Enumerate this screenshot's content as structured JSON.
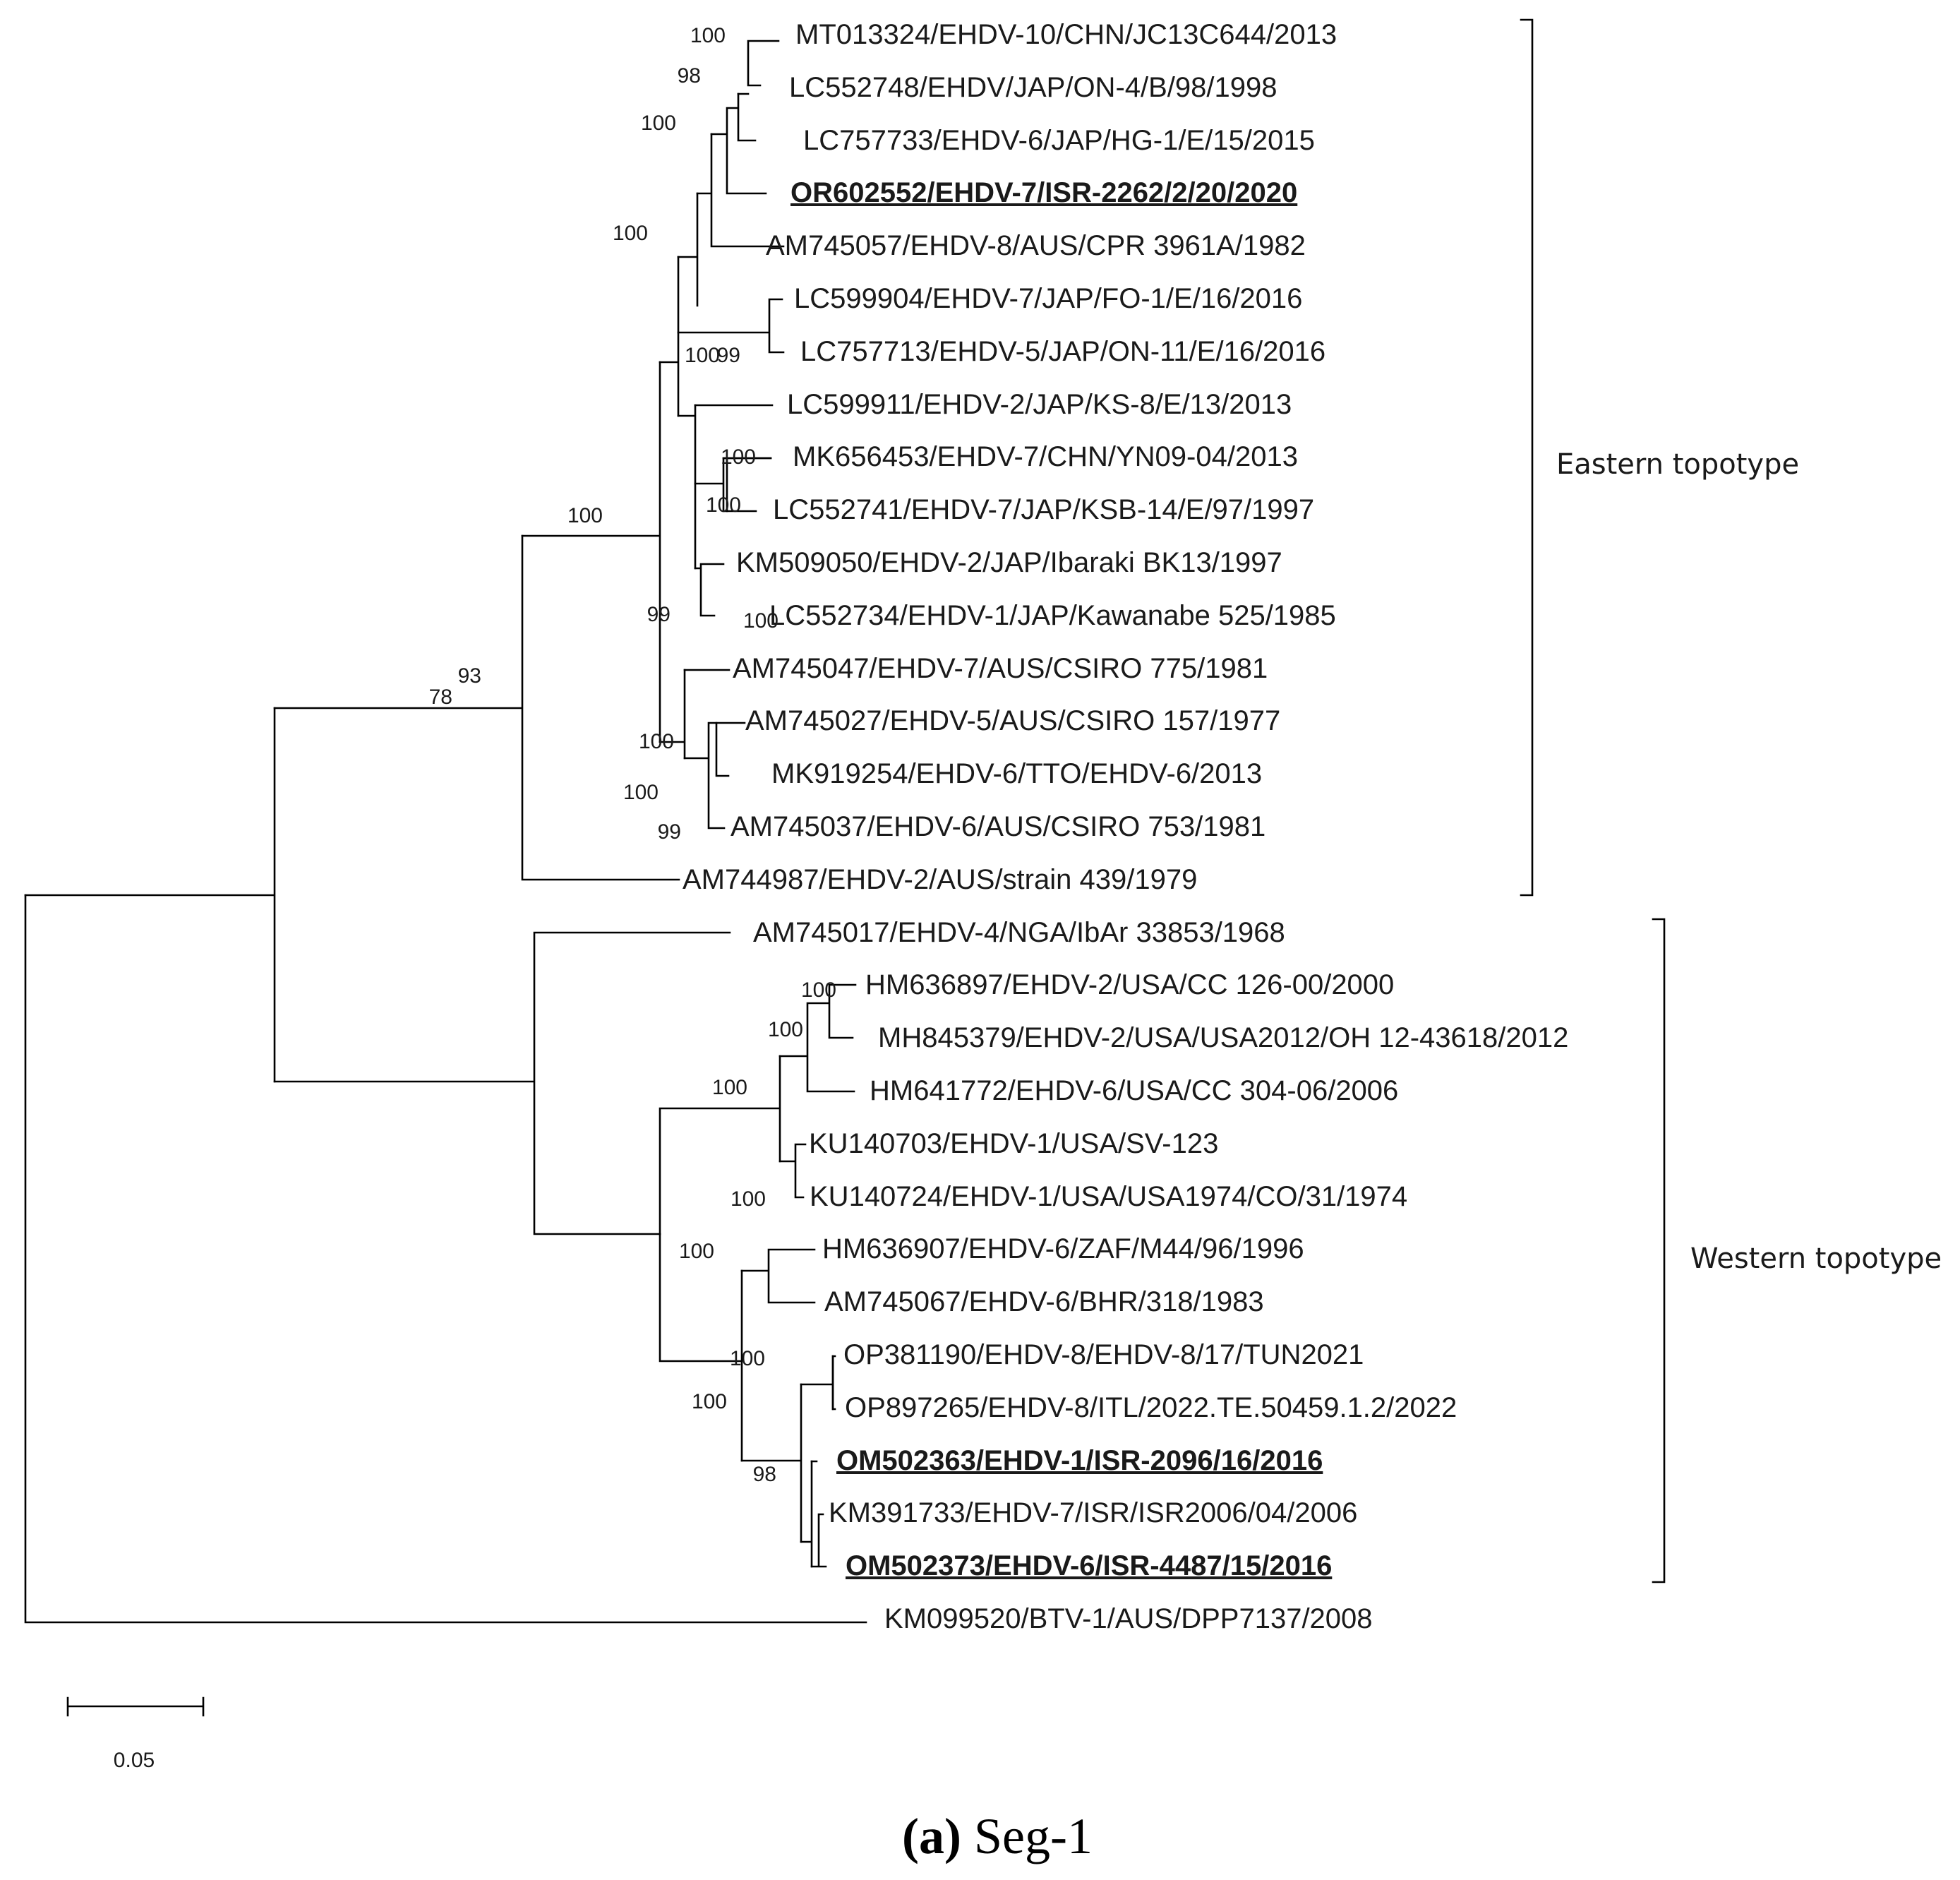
{
  "tree": {
    "tips": [
      {
        "label": "MT013324/EHDV-10/CHN/JC13C644/2013",
        "highlight": false
      },
      {
        "label": "LC552748/EHDV/JAP/ON-4/B/98/1998",
        "highlight": false
      },
      {
        "label": "LC757733/EHDV-6/JAP/HG-1/E/15/2015",
        "highlight": false
      },
      {
        "label": "OR602552/EHDV-7/ISR-2262/2/20/2020",
        "highlight": true
      },
      {
        "label": "AM745057/EHDV-8/AUS/CPR 3961A/1982",
        "highlight": false
      },
      {
        "label": "LC599904/EHDV-7/JAP/FO-1/E/16/2016",
        "highlight": false
      },
      {
        "label": "LC757713/EHDV-5/JAP/ON-11/E/16/2016",
        "highlight": false
      },
      {
        "label": "LC599911/EHDV-2/JAP/KS-8/E/13/2013",
        "highlight": false
      },
      {
        "label": "MK656453/EHDV-7/CHN/YN09-04/2013",
        "highlight": false
      },
      {
        "label": "LC552741/EHDV-7/JAP/KSB-14/E/97/1997",
        "highlight": false
      },
      {
        "label": "KM509050/EHDV-2/JAP/Ibaraki BK13/1997",
        "highlight": false
      },
      {
        "label": "LC552734/EHDV-1/JAP/Kawanabe 525/1985",
        "highlight": false
      },
      {
        "label": "AM745047/EHDV-7/AUS/CSIRO 775/1981",
        "highlight": false
      },
      {
        "label": "AM745027/EHDV-5/AUS/CSIRO 157/1977",
        "highlight": false
      },
      {
        "label": "MK919254/EHDV-6/TTO/EHDV-6/2013",
        "highlight": false
      },
      {
        "label": "AM745037/EHDV-6/AUS/CSIRO 753/1981",
        "highlight": false
      },
      {
        "label": "AM744987/EHDV-2/AUS/strain 439/1979",
        "highlight": false
      },
      {
        "label": "AM745017/EHDV-4/NGA/IbAr 33853/1968",
        "highlight": false
      },
      {
        "label": "HM636897/EHDV-2/USA/CC 126-00/2000",
        "highlight": false
      },
      {
        "label": "MH845379/EHDV-2/USA/USA2012/OH 12-43618/2012",
        "highlight": false
      },
      {
        "label": "HM641772/EHDV-6/USA/CC 304-06/2006",
        "highlight": false
      },
      {
        "label": "KU140703/EHDV-1/USA/SV-123",
        "highlight": false
      },
      {
        "label": "KU140724/EHDV-1/USA/USA1974/CO/31/1974",
        "highlight": false
      },
      {
        "label": "HM636907/EHDV-6/ZAF/M44/96/1996",
        "highlight": false
      },
      {
        "label": "AM745067/EHDV-6/BHR/318/1983",
        "highlight": false
      },
      {
        "label": "OP381190/EHDV-8/EHDV-8/17/TUN2021",
        "highlight": false
      },
      {
        "label": "OP897265/EHDV-8/ITL/2022.TE.50459.1.2/2022",
        "highlight": false
      },
      {
        "label": "OM502363/EHDV-1/ISR-2096/16/2016",
        "highlight": true
      },
      {
        "label": "KM391733/EHDV-7/ISR/ISR2006/04/2006",
        "highlight": false
      },
      {
        "label": "OM502373/EHDV-6/ISR-4487/15/2016",
        "highlight": true
      },
      {
        "label": "KM099520/BTV-1/AUS/DPP7137/2008",
        "highlight": false
      }
    ],
    "bootstrap": [
      "100",
      "98",
      "100",
      "100",
      "100",
      "100",
      "99",
      "78",
      "100",
      "100",
      "100",
      "99",
      "100",
      "100",
      "99",
      "93",
      "100",
      "100",
      "100",
      "100",
      "100",
      "100",
      "100",
      "98"
    ],
    "groups": [
      "Eastern topotype",
      "Western topotype"
    ],
    "scale_label": "0.05",
    "caption_letter": "(a)",
    "caption_text": " Seg-1"
  }
}
